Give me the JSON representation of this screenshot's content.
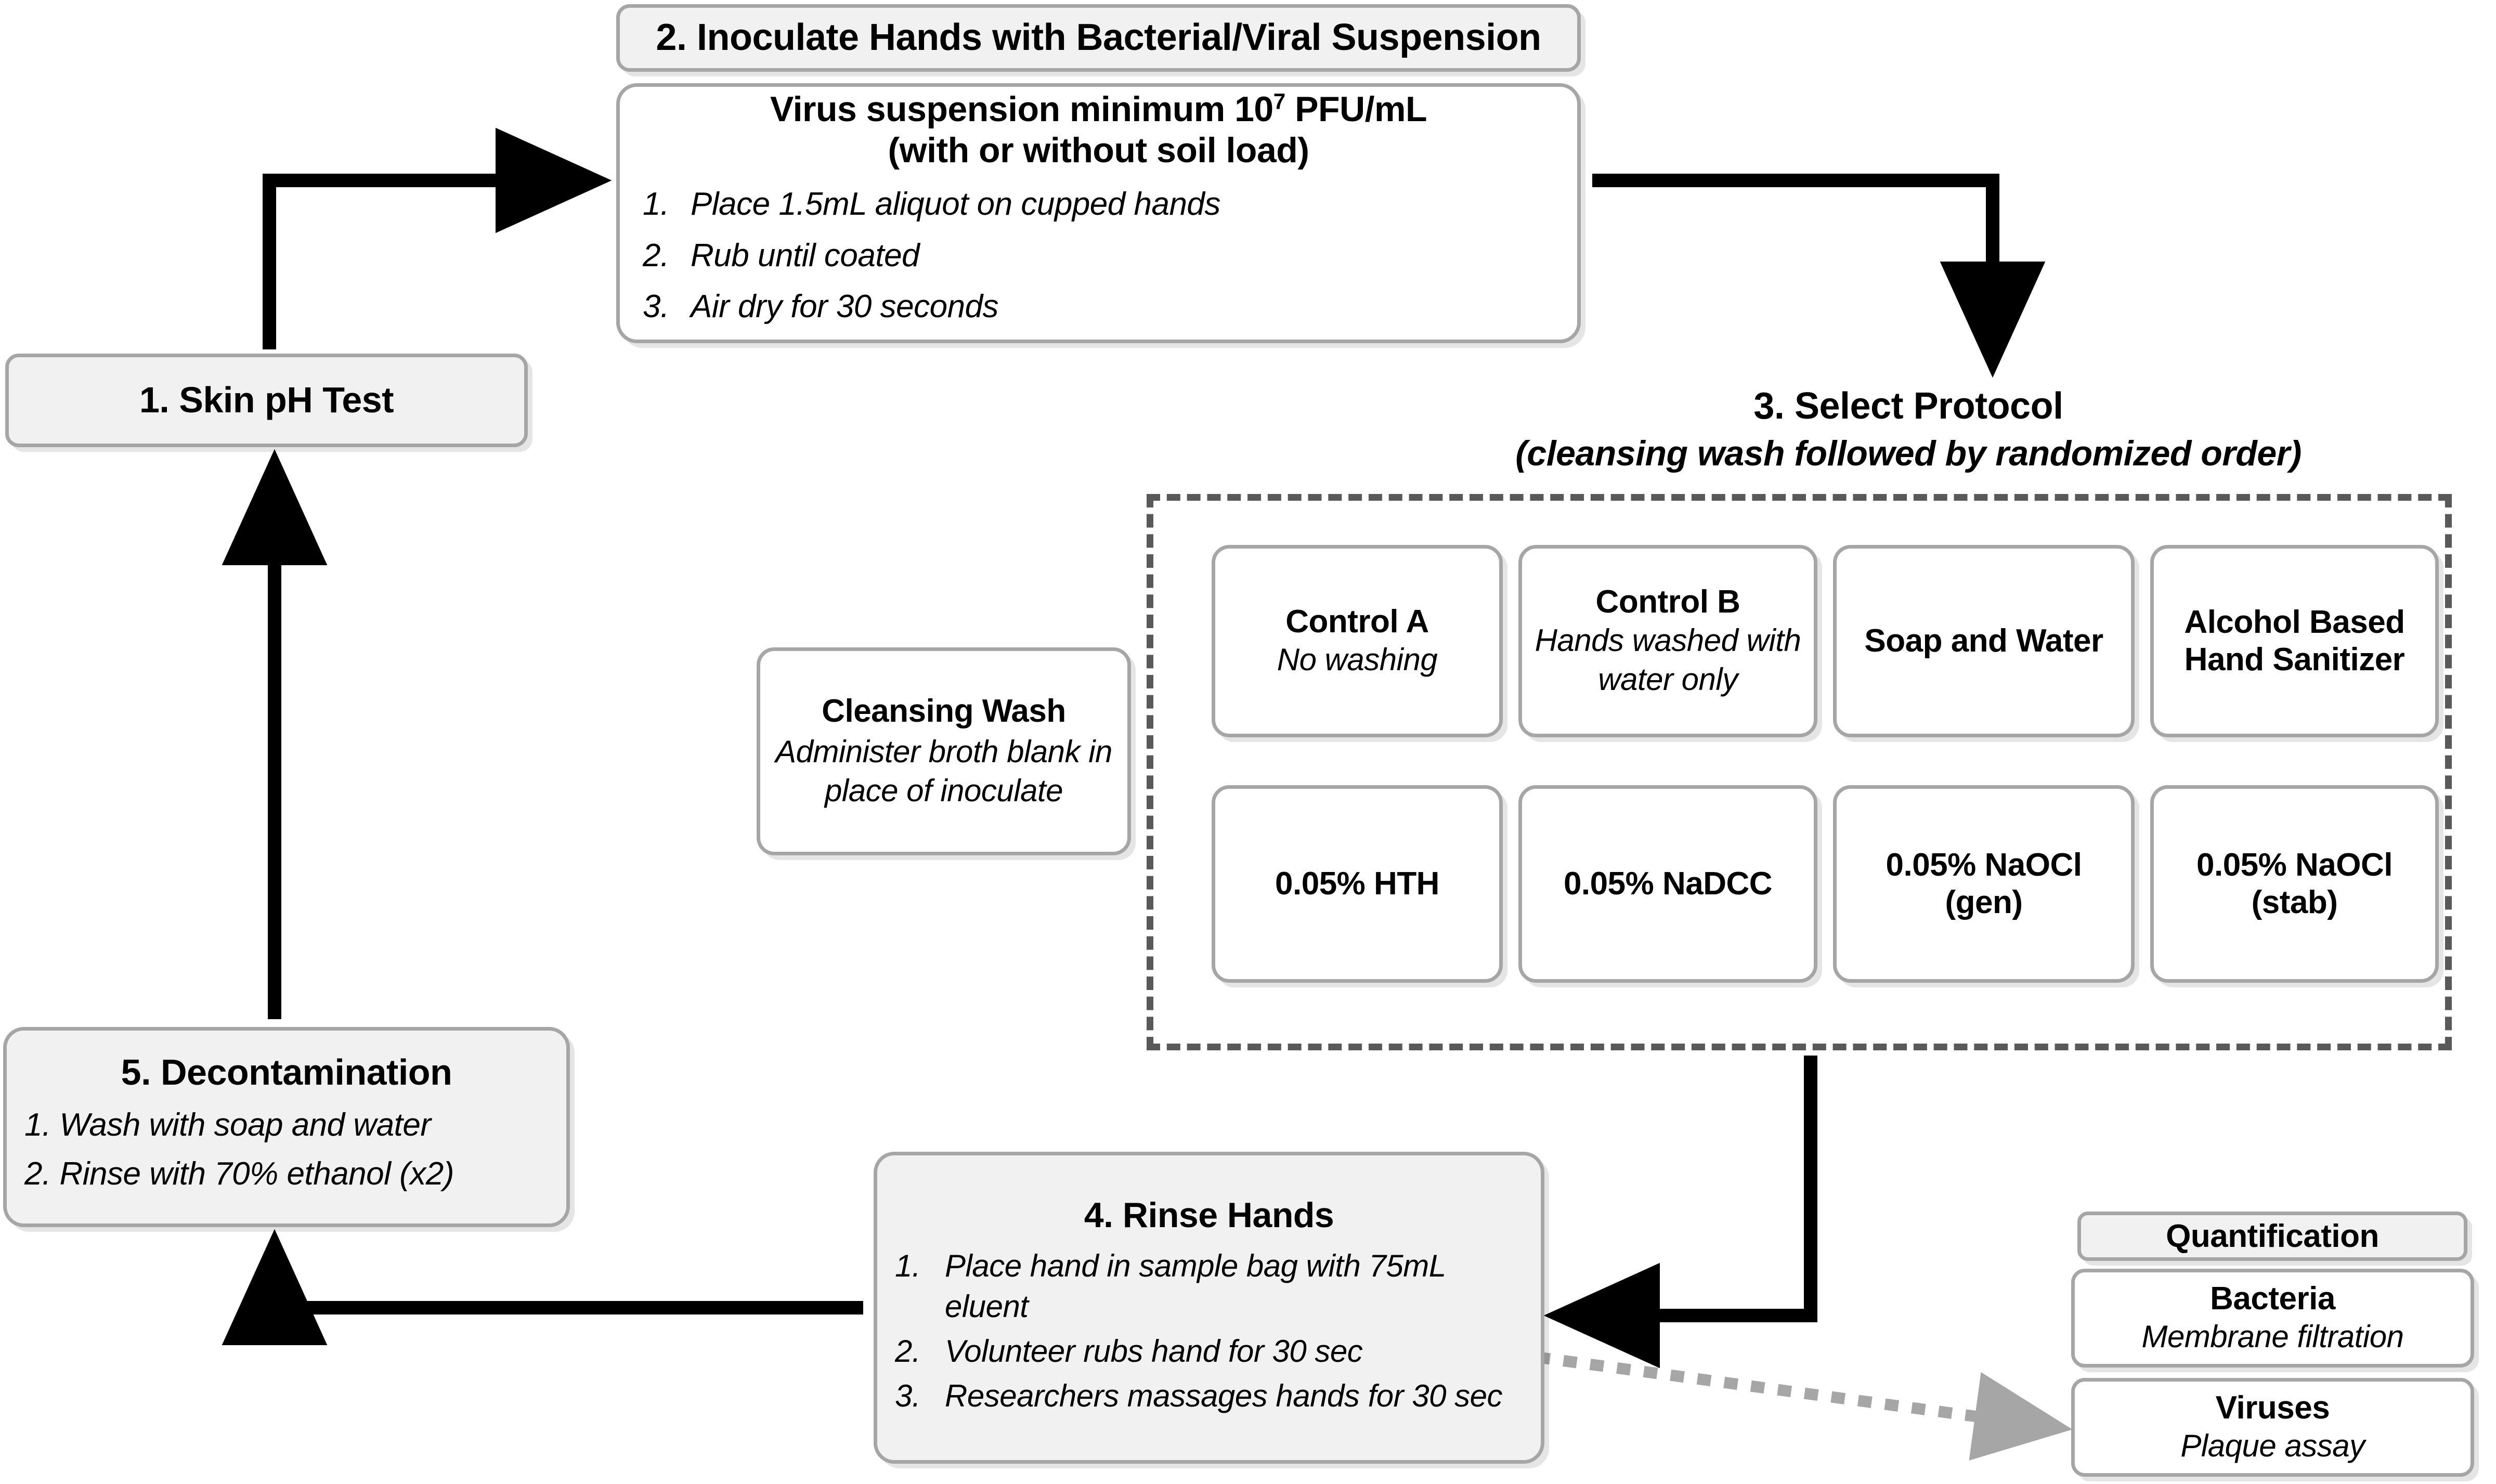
{
  "figure": {
    "type": "flowchart",
    "title": "Hand hygiene experimental protocol flow"
  },
  "step2": {
    "header": "2. Inoculate Hands with Bacterial/Viral Suspension",
    "line1_pre": "Virus suspension minimum 10",
    "line1_sup": "7",
    "line1_post": " PFU/mL",
    "line2": "(with or without soil load)",
    "steps": [
      {
        "num": "1.",
        "text": "Place 1.5mL aliquot on cupped hands"
      },
      {
        "num": "2.",
        "text": "Rub until coated"
      },
      {
        "num": "3.",
        "text": "Air dry for 30 seconds"
      }
    ]
  },
  "step1": {
    "title": "1. Skin pH Test"
  },
  "step3": {
    "title": "3. Select Protocol",
    "subtitle": "(cleansing wash followed by randomized order)",
    "cleansing_wash": {
      "title": "Cleansing Wash",
      "subtitle": "Administer broth blank in place of inoculate"
    },
    "options_row1": [
      {
        "title": "Control A",
        "subtitle": "No washing"
      },
      {
        "title": "Control B",
        "subtitle": "Hands washed with water only"
      },
      {
        "title": "Soap and Water",
        "subtitle": ""
      },
      {
        "title": "Alcohol Based Hand Sanitizer",
        "subtitle": ""
      }
    ],
    "options_row2": [
      {
        "title": "0.05% HTH",
        "subtitle": ""
      },
      {
        "title": "0.05% NaDCC",
        "subtitle": ""
      },
      {
        "title": "0.05% NaOCl (gen)",
        "subtitle": ""
      },
      {
        "title": "0.05% NaOCl (stab)",
        "subtitle": ""
      }
    ]
  },
  "step4": {
    "title": "4. Rinse Hands",
    "steps": [
      {
        "num": "1.",
        "text": "Place hand in sample bag with 75mL eluent"
      },
      {
        "num": "2.",
        "text": "Volunteer rubs hand for 30 sec"
      },
      {
        "num": "3.",
        "text": "Researchers massages hands for 30 sec"
      }
    ]
  },
  "step5": {
    "title": "5. Decontamination",
    "steps": [
      {
        "num": "1.",
        "text": "Wash with soap and water"
      },
      {
        "num": "2.",
        "text": "Rinse with 70% ethanol (x2)"
      }
    ]
  },
  "quantification": {
    "header": "Quantification",
    "bacteria": {
      "title": "Bacteria",
      "subtitle": "Membrane filtration"
    },
    "viruses": {
      "title": "Viruses",
      "subtitle": "Plaque assay"
    }
  },
  "colors": {
    "box_border": "#a6a6a6",
    "box_fill_shaded": "#f1f1f1",
    "box_fill_plain": "#ffffff",
    "dashed_border": "#595959",
    "arrow_solid": "#000000",
    "arrow_dotted": "#a6a6a6",
    "text": "#000000"
  }
}
